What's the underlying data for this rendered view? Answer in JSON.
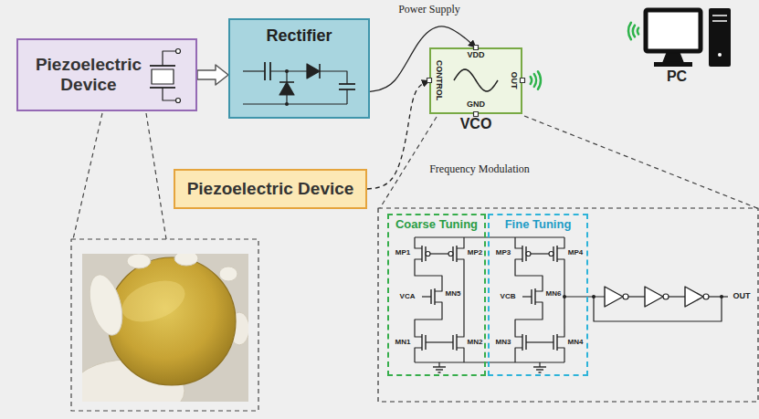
{
  "diagram": {
    "nodes": [
      {
        "text": [
          "Piezoelectric Device"
        ]
      },
      {
        "text": [
          "Rectifier"
        ]
      },
      {
        "text": [
          "VCO"
        ]
      },
      {
        "text": [
          "Piezoelectric Device"
        ]
      },
      {
        "text": [
          "Coarse Tuning"
        ]
      },
      {
        "text": [
          "Fine Tuning"
        ]
      }
    ],
    "edges": [
      {
        "from": 0,
        "to": 1,
        "arrow": "to"
      },
      {
        "from": 1,
        "to": 2,
        "label": "Power Supply",
        "arrow": "to"
      },
      {
        "from": 3,
        "to": 2,
        "label": "Frequency Modulation",
        "arrow": "to"
      }
    ],
    "labels": [
      "VDD",
      "CONTROL",
      "OUT",
      "GND",
      "PC",
      "MP1",
      "MP2",
      "VCA",
      "MN5",
      "MN1",
      "MN2",
      "MP3",
      "MP4",
      "VCB",
      "MN6",
      "MN3",
      "MN4",
      "OUT"
    ]
  }
}
